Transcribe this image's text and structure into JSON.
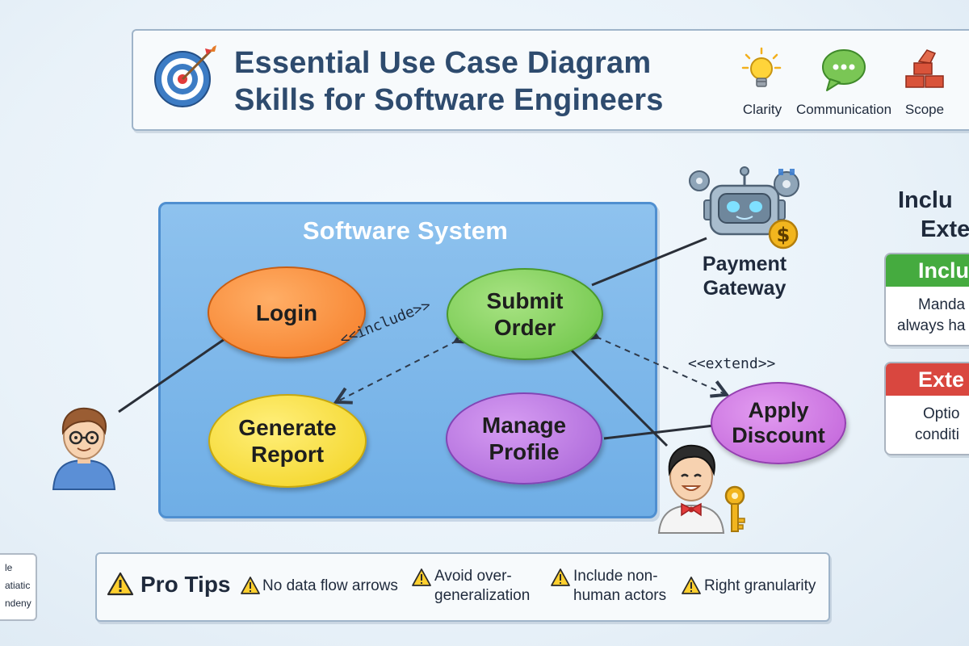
{
  "header": {
    "title_line1": "Essential Use Case Diagram",
    "title_line2": "Skills for Software Engineers",
    "badges": [
      {
        "label": "Clarity",
        "icon": "lightbulb-icon"
      },
      {
        "label": "Communication",
        "icon": "speech-bubble-icon"
      },
      {
        "label": "Scope",
        "icon": "bricks-icon"
      }
    ]
  },
  "system": {
    "title": "Software System",
    "use_cases": {
      "login": [
        "Login"
      ],
      "submit_order": [
        "Submit",
        "Order"
      ],
      "generate_report": [
        "Generate",
        "Report"
      ],
      "manage_profile": [
        "Manage",
        "Profile"
      ]
    }
  },
  "external_use_case": [
    "Apply",
    "Discount"
  ],
  "relationships": {
    "include": "<<include>>",
    "extend": "<<extend>>"
  },
  "actors": {
    "user": {
      "icon": "user-avatar-icon"
    },
    "payment_gateway": {
      "label_line1": "Payment",
      "label_line2": "Gateway",
      "icon": "robot-icon"
    },
    "admin": {
      "icon": "admin-avatar-icon"
    }
  },
  "right_panel": {
    "heading_line1": "Inclu",
    "heading_line2": "Exte",
    "include_card": {
      "title": "Inclu",
      "line1": "Manda",
      "line2": "always ha"
    },
    "extend_card": {
      "title": "Exte",
      "line1": "Optio",
      "line2": "conditi"
    }
  },
  "left_card": {
    "line1": "le",
    "line2": "atiatic",
    "line3": "ndeny"
  },
  "tips": {
    "title": "Pro Tips",
    "items": [
      {
        "line1": "No data flow arrows",
        "line2": ""
      },
      {
        "line1": "Avoid over-",
        "line2": "generalization"
      },
      {
        "line1": "Include non-",
        "line2": "human actors"
      },
      {
        "line1": "Right granularity",
        "line2": ""
      }
    ]
  },
  "colors": {
    "login": "#f57c26",
    "submit_order": "#6ac344",
    "generate_report": "#f2d21e",
    "manage_profile": "#a762d6",
    "apply_discount": "#bf5fd8",
    "include_card": "#45ab3f",
    "extend_card": "#d9473f",
    "title": "#2e4b6e"
  }
}
